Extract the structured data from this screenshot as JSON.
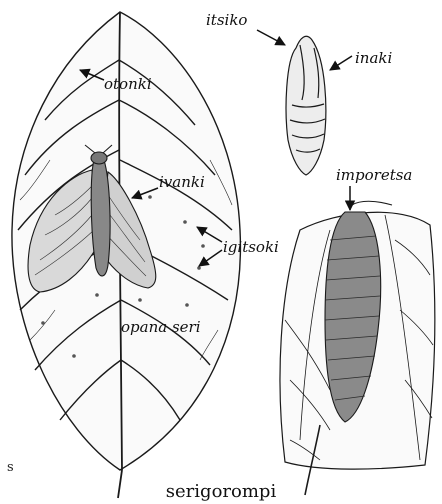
{
  "labels": {
    "otonki": "otonki",
    "ivanki": "ivanki",
    "igitsoki": "igitsoki",
    "opana_seri": "opana seri",
    "itsiko": "itsiko",
    "inaki": "inaki",
    "imporetsa": "imporetsa"
  },
  "caption": "serigorompi",
  "edge_glyph": "s",
  "ink_color": "#1a1a1a"
}
